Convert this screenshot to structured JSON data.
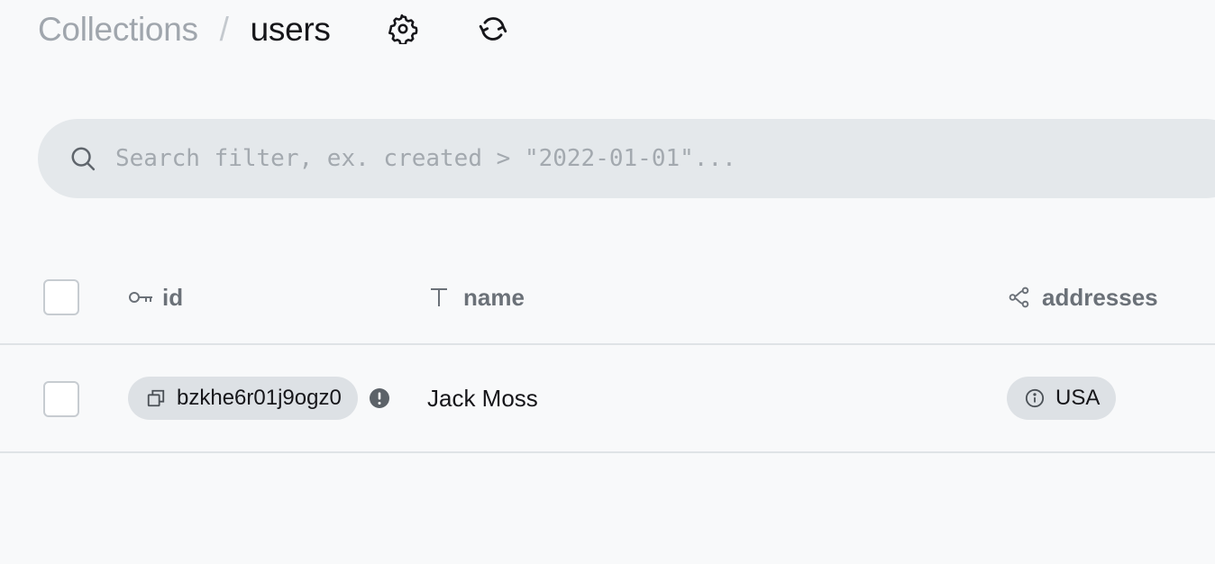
{
  "breadcrumb": {
    "parent": "Collections",
    "separator": "/",
    "current": "users"
  },
  "header_icons": [
    "gear-icon",
    "refresh-icon"
  ],
  "search": {
    "placeholder": "Search filter, ex. created > \"2022-01-01\"...",
    "value": ""
  },
  "table": {
    "columns": [
      {
        "label": "id",
        "icon": "key-icon"
      },
      {
        "label": "name",
        "icon": "text-type-icon"
      },
      {
        "label": "addresses",
        "icon": "relation-icon"
      }
    ],
    "rows": [
      {
        "id": "bzkhe6r01j9ogz0",
        "name": "Jack Moss",
        "addresses": "USA"
      }
    ]
  },
  "colors": {
    "background": "#f8f9fa",
    "search_bg": "#e4e8eb",
    "chip_bg": "#dde1e5",
    "muted_text": "#a0a6ad",
    "header_text": "#6b7178",
    "border": "#dfe3e6"
  }
}
